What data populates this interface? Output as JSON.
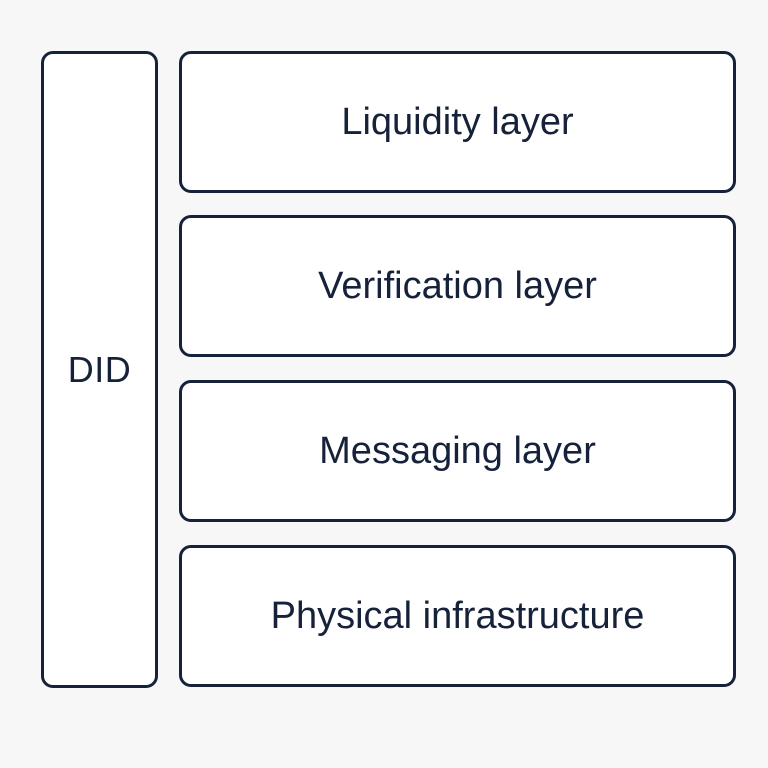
{
  "diagram": {
    "side_column": {
      "label": "DID"
    },
    "layers": [
      {
        "label": "Liquidity layer"
      },
      {
        "label": "Verification layer"
      },
      {
        "label": "Messaging layer"
      },
      {
        "label": "Physical infrastructure"
      }
    ]
  },
  "colors": {
    "background": "#f7f7f8",
    "box_fill": "#ffffff",
    "stroke": "#16213a",
    "text": "#16213a"
  }
}
